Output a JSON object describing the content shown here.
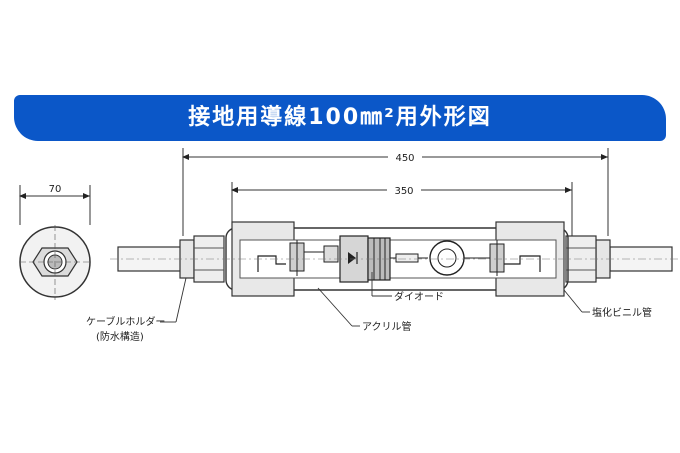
{
  "title": "接地用導線100㎜²用外形図",
  "dimensions": {
    "overall": "450",
    "inner": "350",
    "side": "70"
  },
  "labels": {
    "cable_holder": "ケーブルホルダー",
    "cable_holder_note": "(防水構造)",
    "acrylic_tube": "アクリル管",
    "diode": "ダイオード",
    "pvc_tube": "塩化ビニル管"
  }
}
